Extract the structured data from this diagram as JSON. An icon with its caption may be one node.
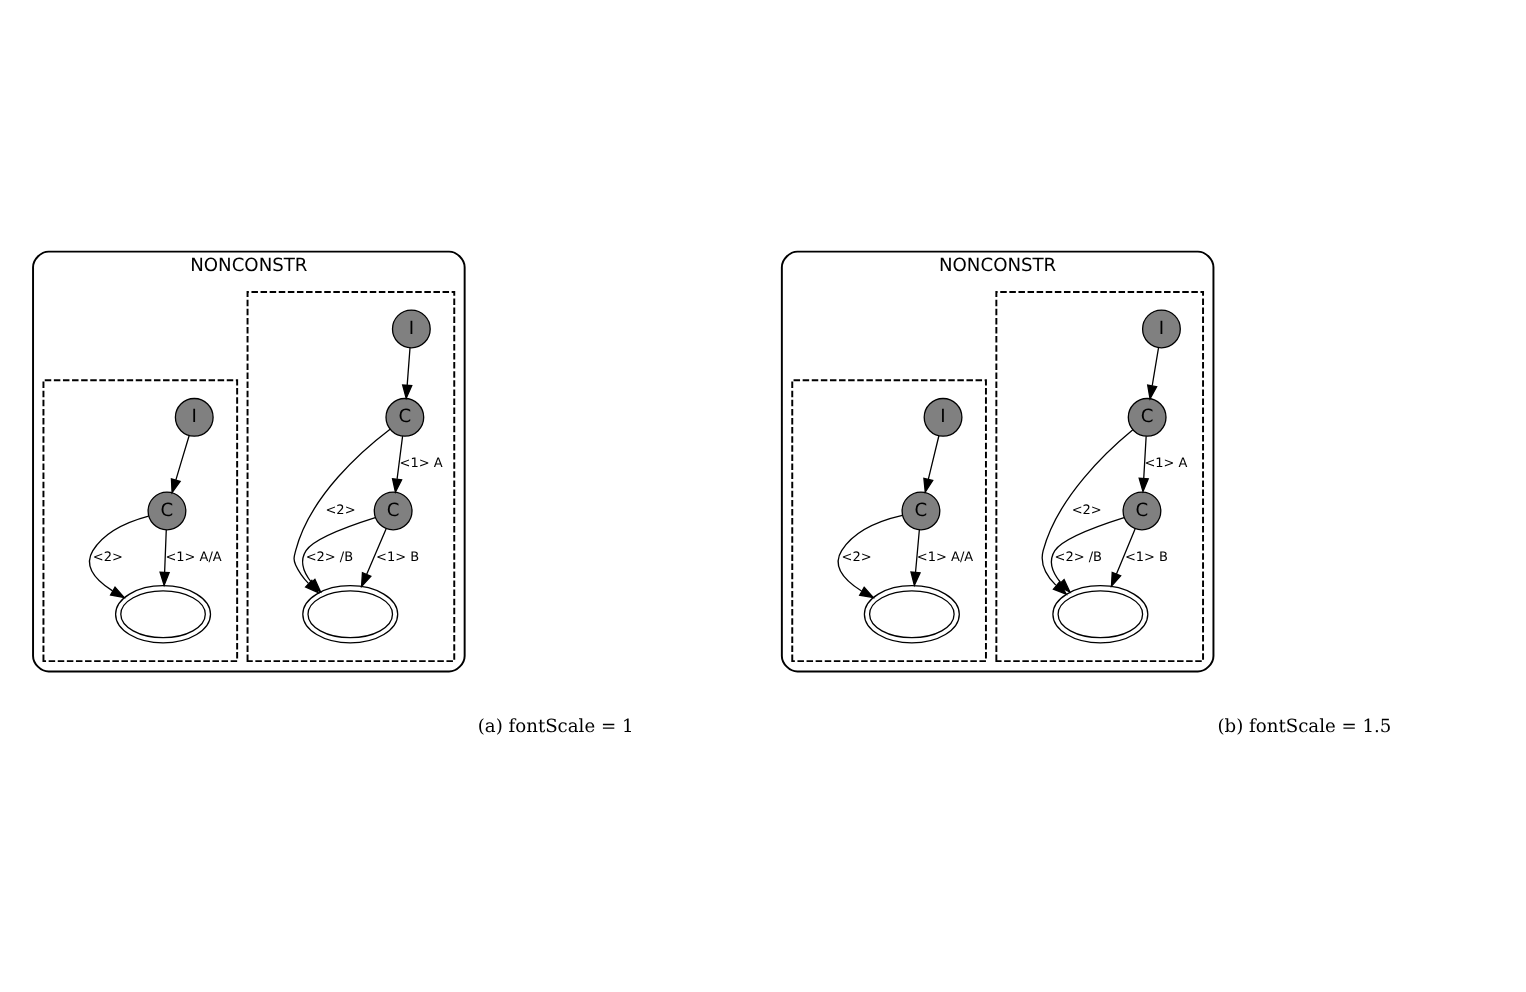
{
  "diagram": {
    "nodes": [
      {
        "text": [
          "NONCONSTR"
        ],
        "beside": [
          "(a) fontScale = 1"
        ]
      },
      {
        "text": [],
        "shape": "box",
        "in": 0
      },
      {
        "text": [],
        "shape": "box",
        "in": 0
      },
      {
        "text": [
          "I"
        ],
        "in": 1
      },
      {
        "text": [
          "C"
        ],
        "in": 1
      },
      {
        "text": [],
        "shape": "ellipse",
        "in": 1
      },
      {
        "text": [
          "I"
        ],
        "in": 2
      },
      {
        "text": [
          "C"
        ],
        "in": 2
      },
      {
        "text": [
          "C"
        ],
        "in": 2
      },
      {
        "text": [],
        "shape": "ellipse",
        "in": 2
      },
      {
        "text": [
          "NONCONSTR"
        ],
        "beside": [
          "(b) fontScale = 1.5"
        ]
      },
      {
        "text": [],
        "shape": "box",
        "in": 10
      },
      {
        "text": [],
        "shape": "box",
        "in": 10
      },
      {
        "text": [
          "I"
        ],
        "in": 11
      },
      {
        "text": [
          "C"
        ],
        "in": 11
      },
      {
        "text": [],
        "shape": "ellipse",
        "in": 11
      },
      {
        "text": [
          "I"
        ],
        "in": 12
      },
      {
        "text": [
          "C"
        ],
        "in": 12
      },
      {
        "text": [
          "C"
        ],
        "in": 12
      },
      {
        "text": [],
        "shape": "ellipse",
        "in": 12
      }
    ],
    "edges": [
      {
        "from": 3,
        "to": 4,
        "arrow": "to"
      },
      {
        "from": 4,
        "to": 5,
        "arrow": "to",
        "label": "<2>"
      },
      {
        "from": 4,
        "to": 5,
        "arrow": "to",
        "label": "<1> A/A"
      },
      {
        "from": 6,
        "to": 7,
        "arrow": "to"
      },
      {
        "from": 7,
        "to": 9,
        "arrow": "to",
        "label": "<2>"
      },
      {
        "from": 7,
        "to": 8,
        "arrow": "to",
        "label": "<1> A"
      },
      {
        "from": 8,
        "to": 9,
        "arrow": "to",
        "label": "<2> /B"
      },
      {
        "from": 8,
        "to": 9,
        "arrow": "to",
        "label": "<1> B"
      },
      {
        "from": 13,
        "to": 14,
        "arrow": "to"
      },
      {
        "from": 14,
        "to": 15,
        "arrow": "to",
        "label": "<2>"
      },
      {
        "from": 14,
        "to": 15,
        "arrow": "to",
        "label": "<1> A/A"
      },
      {
        "from": 16,
        "to": 17,
        "arrow": "to"
      },
      {
        "from": 17,
        "to": 19,
        "arrow": "to",
        "label": "<2>"
      },
      {
        "from": 17,
        "to": 18,
        "arrow": "to",
        "label": "<1> A"
      },
      {
        "from": 18,
        "to": 19,
        "arrow": "to",
        "label": "<2> /B"
      },
      {
        "from": 18,
        "to": 19,
        "arrow": "to",
        "label": "<1> B"
      }
    ]
  }
}
